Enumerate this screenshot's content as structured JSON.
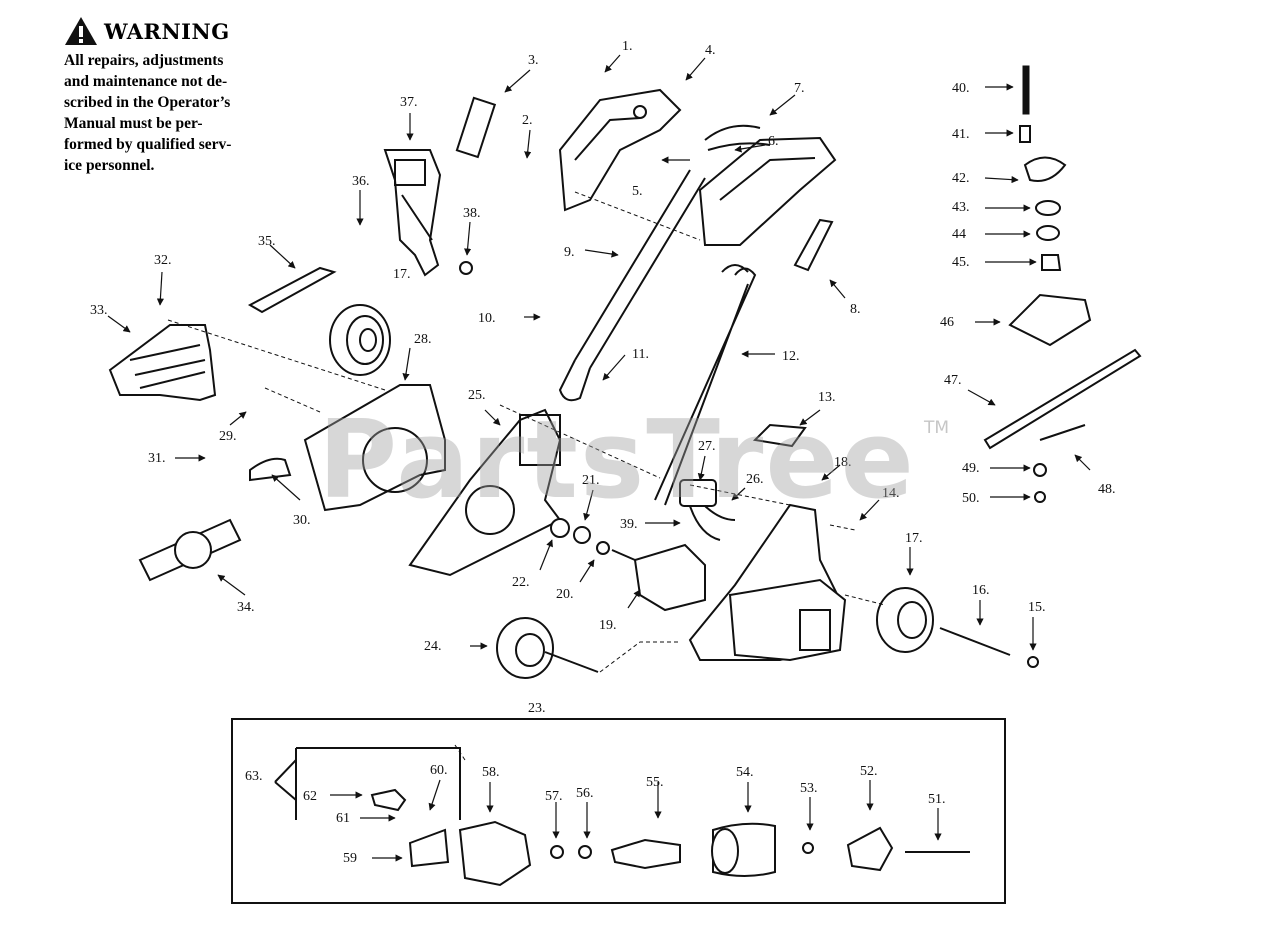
{
  "warning": {
    "title": "WARNING",
    "lines": [
      "All repairs, adjustments",
      "and maintenance not de-",
      "scribed in the Operator’s",
      "Manual must be per-",
      "formed by qualified serv-",
      "ice personnel."
    ]
  },
  "watermark": {
    "text": "PartsTree",
    "trademark": "TM"
  },
  "callouts": [
    "1.",
    "2.",
    "3.",
    "4.",
    "5.",
    "6.",
    "7.",
    "8.",
    "9.",
    "10.",
    "11.",
    "12.",
    "13.",
    "14.",
    "15.",
    "16.",
    "17.",
    "17.",
    "18.",
    "19.",
    "20.",
    "21.",
    "22.",
    "23.",
    "24.",
    "25.",
    "26.",
    "27.",
    "28.",
    "29.",
    "30.",
    "31.",
    "32.",
    "33.",
    "34.",
    "35.",
    "36.",
    "37.",
    "38.",
    "39.",
    "40.",
    "41.",
    "42.",
    "43.",
    "44",
    "45.",
    "46",
    "47.",
    "48.",
    "49.",
    "50.",
    "51.",
    "52.",
    "53.",
    "54.",
    "55.",
    "56.",
    "57.",
    "58.",
    "59",
    "60.",
    "61",
    "62",
    "63."
  ]
}
